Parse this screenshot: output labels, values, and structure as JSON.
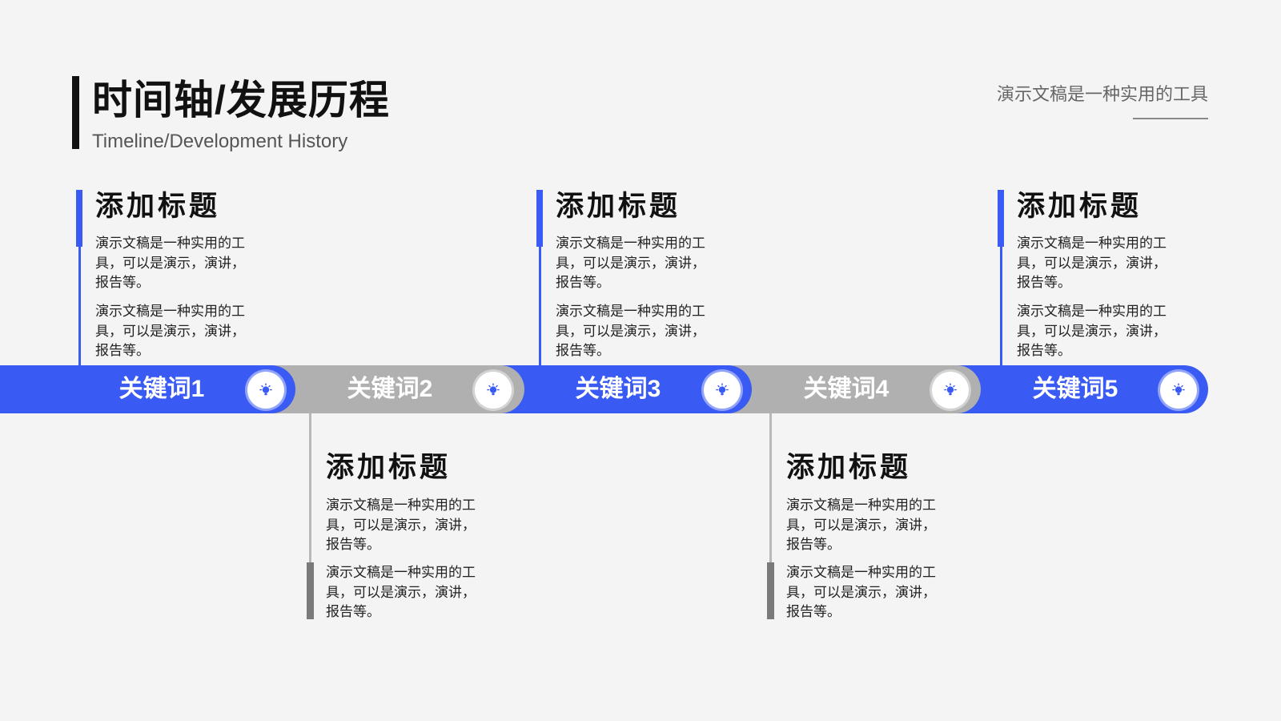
{
  "header": {
    "title": "时间轴/发展历程",
    "subtitle": "Timeline/Development History",
    "tagline": "演示文稿是一种实用的工具"
  },
  "colors": {
    "accent": "#3a5af4",
    "muted": "#b0b0b0",
    "marker_dark": "#7a7a7a",
    "ink": "#111111",
    "background": "#f4f4f4"
  },
  "timeline": {
    "stages": [
      {
        "keyword": "关键词1",
        "icon": "lightbulb-icon",
        "color": "#3a5af4"
      },
      {
        "keyword": "关键词2",
        "icon": "lightbulb-icon",
        "color": "#b0b0b0"
      },
      {
        "keyword": "关键词3",
        "icon": "lightbulb-icon",
        "color": "#3a5af4"
      },
      {
        "keyword": "关键词4",
        "icon": "lightbulb-icon",
        "color": "#b0b0b0"
      },
      {
        "keyword": "关键词5",
        "icon": "lightbulb-icon",
        "color": "#3a5af4"
      }
    ]
  },
  "cards": [
    {
      "title": "添加标题",
      "paragraphs": [
        [
          "演示文稿是一种实用的工",
          "具，可以是演示，演讲，",
          "报告等。"
        ],
        [
          "演示文稿是一种实用的工",
          "具，可以是演示，演讲，",
          "报告等。"
        ]
      ]
    },
    {
      "title": "添加标题",
      "paragraphs": [
        [
          "演示文稿是一种实用的工",
          "具，可以是演示，演讲，",
          "报告等。"
        ],
        [
          "演示文稿是一种实用的工",
          "具，可以是演示，演讲，",
          "报告等。"
        ]
      ]
    },
    {
      "title": "添加标题",
      "paragraphs": [
        [
          "演示文稿是一种实用的工",
          "具，可以是演示，演讲，",
          "报告等。"
        ],
        [
          "演示文稿是一种实用的工",
          "具，可以是演示，演讲，",
          "报告等。"
        ]
      ]
    },
    {
      "title": "添加标题",
      "paragraphs": [
        [
          "演示文稿是一种实用的工",
          "具，可以是演示，演讲，",
          "报告等。"
        ],
        [
          "演示文稿是一种实用的工",
          "具，可以是演示，演讲，",
          "报告等。"
        ]
      ]
    },
    {
      "title": "添加标题",
      "paragraphs": [
        [
          "演示文稿是一种实用的工",
          "具，可以是演示，演讲，",
          "报告等。"
        ],
        [
          "演示文稿是一种实用的工",
          "具，可以是演示，演讲，",
          "报告等。"
        ]
      ]
    }
  ]
}
